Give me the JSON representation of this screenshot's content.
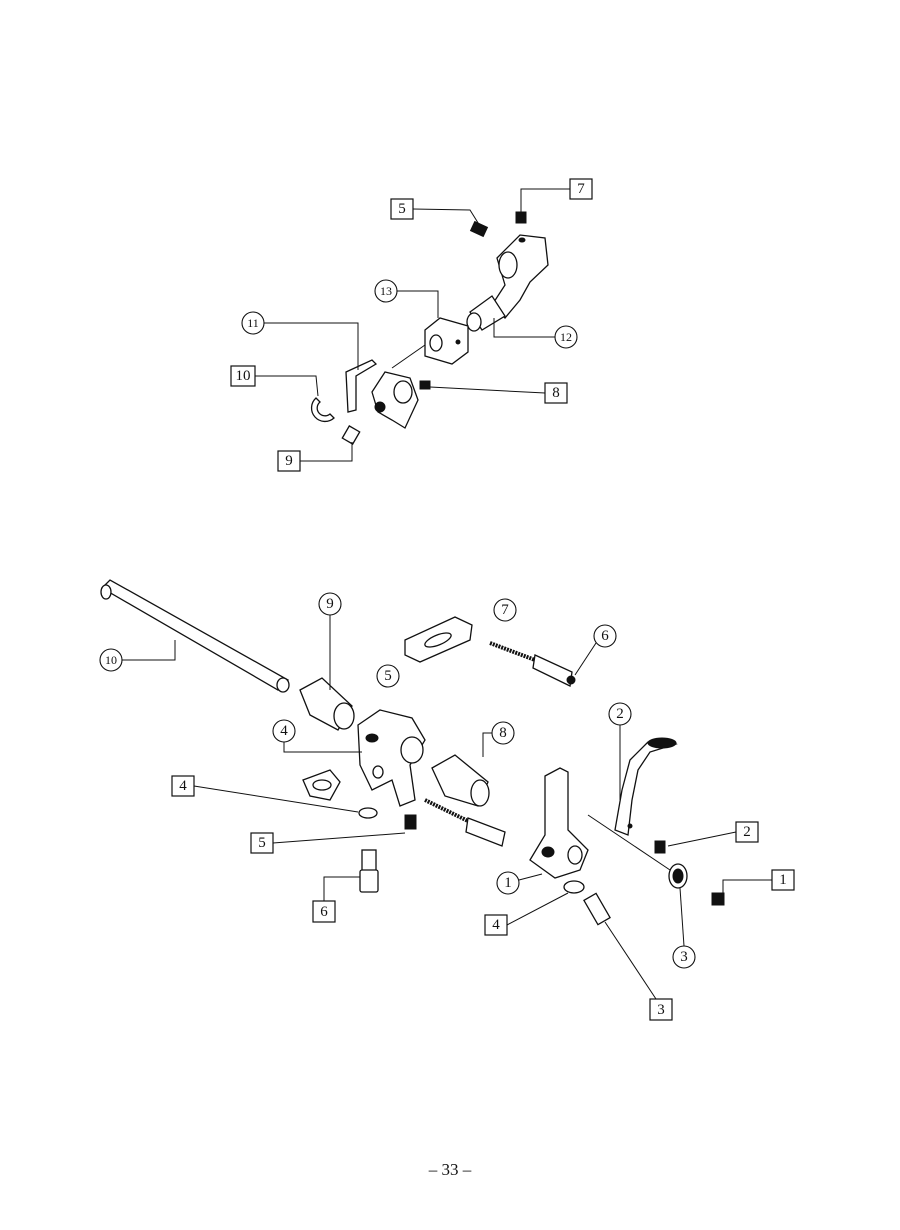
{
  "upper_assembly": {
    "callouts": [
      {
        "label": "5",
        "style": "box"
      },
      {
        "label": "7",
        "style": "box"
      },
      {
        "label": "13",
        "style": "circle"
      },
      {
        "label": "11",
        "style": "circle"
      },
      {
        "label": "12",
        "style": "circle"
      },
      {
        "label": "10",
        "style": "box"
      },
      {
        "label": "8",
        "style": "box"
      },
      {
        "label": "9",
        "style": "box"
      }
    ]
  },
  "lower_assembly": {
    "callouts": [
      {
        "label": "10",
        "style": "circle"
      },
      {
        "label": "9",
        "style": "circle"
      },
      {
        "label": "7",
        "style": "circle"
      },
      {
        "label": "5",
        "style": "circle"
      },
      {
        "label": "6",
        "style": "circle"
      },
      {
        "label": "4",
        "style": "circle"
      },
      {
        "label": "8",
        "style": "circle"
      },
      {
        "label": "2",
        "style": "circle"
      },
      {
        "label": "4",
        "style": "box"
      },
      {
        "label": "5",
        "style": "box"
      },
      {
        "label": "6",
        "style": "box"
      },
      {
        "label": "2",
        "style": "box"
      },
      {
        "label": "1",
        "style": "box"
      },
      {
        "label": "1",
        "style": "circle"
      },
      {
        "label": "3",
        "style": "circle"
      },
      {
        "label": "4",
        "style": "box"
      },
      {
        "label": "3",
        "style": "box"
      }
    ]
  },
  "footer": {
    "page_number": "– 33 –"
  }
}
